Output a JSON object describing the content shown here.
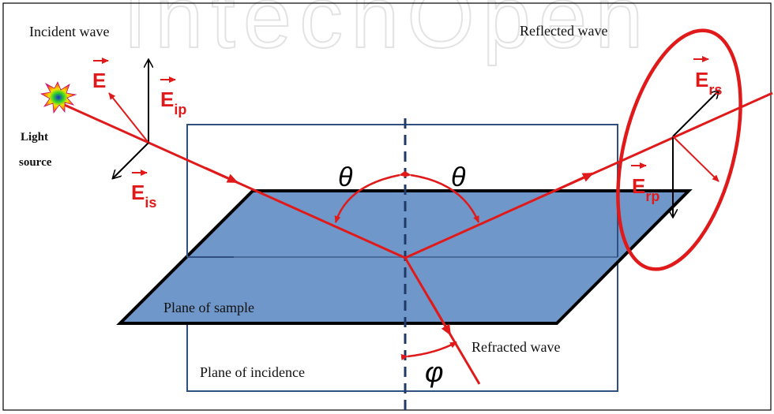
{
  "colors": {
    "ray": "#e01a1a",
    "sample_fill": "#6f97c9",
    "plane_outline": "#2f4f7f",
    "black": "#000000",
    "watermark": "#e6e6e6"
  },
  "watermark": "IntechOpen",
  "labels": {
    "incident_wave": "Incident wave",
    "reflected_wave": "Reflected wave",
    "refracted_wave": "Refracted wave",
    "light_source_line1": "Light",
    "light_source_line2": "source",
    "plane_of_sample": "Plane of sample",
    "plane_of_incidence": "Plane of incidence",
    "theta": "θ",
    "phi": "φ"
  },
  "vectors": {
    "E": {
      "base": "E",
      "sub": ""
    },
    "E_ip": {
      "base": "E",
      "sub": "ip"
    },
    "E_is": {
      "base": "E",
      "sub": "is"
    },
    "E_rs": {
      "base": "E",
      "sub": "rs"
    },
    "E_rp": {
      "base": "E",
      "sub": "rp"
    }
  }
}
